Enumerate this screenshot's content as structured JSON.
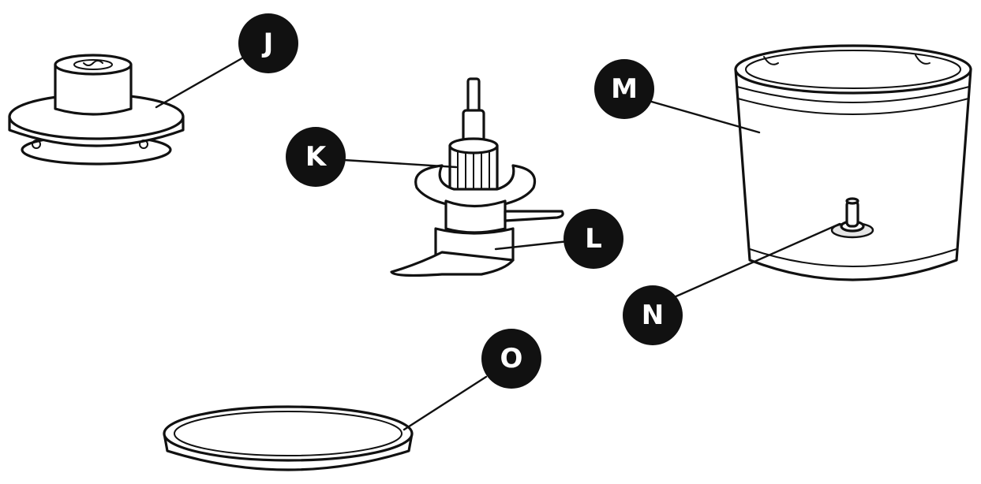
{
  "callouts": {
    "j": "J",
    "k": "K",
    "l": "L",
    "m": "M",
    "n": "N",
    "o": "O"
  },
  "colors": {
    "callout_fill": "#111111",
    "callout_text": "#ffffff",
    "line": "#111111",
    "background": "#ffffff"
  }
}
